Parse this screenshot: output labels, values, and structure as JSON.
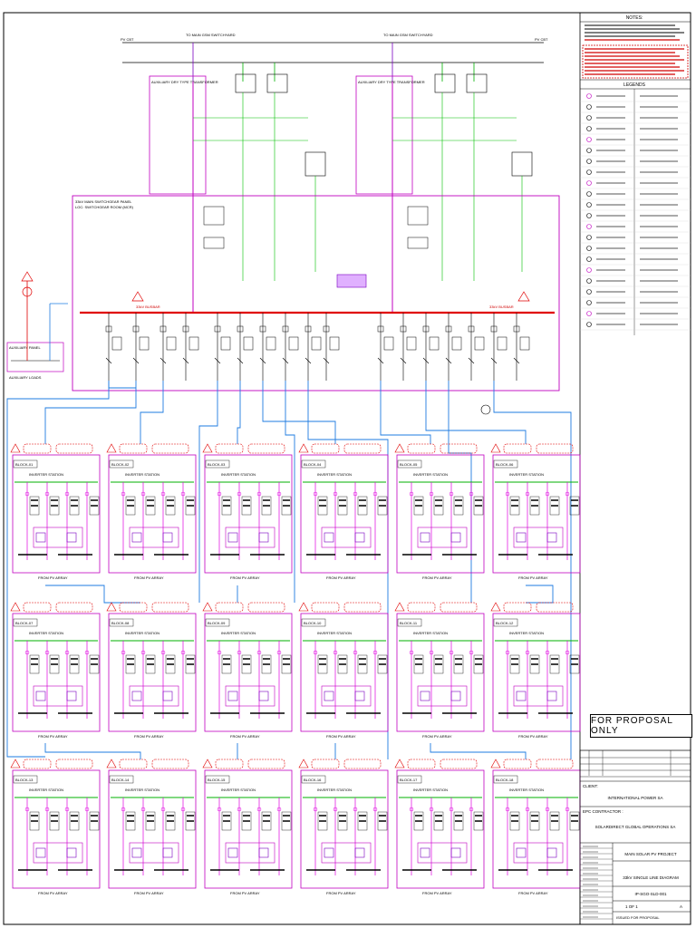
{
  "notes": {
    "title": "NOTES:"
  },
  "legend": {
    "title": "LEGENDS",
    "items": [
      "SURGE ARRESTER",
      "CURRENT TRANSFORMER",
      "VOLTAGE TRANSFORMER",
      "EARTH SWITCH",
      "CIRCUIT BREAKER",
      "DISCONNECTOR",
      "FUSE",
      "RELAY",
      "METER",
      "EARTHING"
    ]
  },
  "top_labels": {
    "feeder_left": "TO MAIN GSM SWITCHYARD",
    "feeder_right": "TO MAIN GSM SWITCHYARD",
    "incomer_left": "PV CBT",
    "incomer_right": "PV CBT"
  },
  "panels": {
    "transformer_left": "AUXILIARY DRY TYPE TRANSFORMER",
    "transformer_right": "AUXILIARY DRY TYPE TRANSFORMER",
    "main_panel": "33kV MAIN SWITCHGEAR PANEL",
    "main_panel_sub": "LOC: SWITCHGEAR ROOM (MCR)",
    "aux_panel": "AUXILIARY PANEL",
    "aux_label": "AUXILIARY LOADS"
  },
  "busbar": {
    "left_label": "33kV BUSBAR",
    "right_label": "33kV BUSBAR"
  },
  "blocks": {
    "row1": [
      "BLOCK-01",
      "BLOCK-02",
      "BLOCK-03",
      "BLOCK-04",
      "BLOCK-05",
      "BLOCK-06"
    ],
    "row2": [
      "BLOCK-07",
      "BLOCK-08",
      "BLOCK-09",
      "BLOCK-10",
      "BLOCK-11",
      "BLOCK-12"
    ],
    "row3": [
      "BLOCK-13",
      "BLOCK-14",
      "BLOCK-15",
      "BLOCK-16",
      "BLOCK-17",
      "BLOCK-18"
    ],
    "inner_title": "INVERTER STATION",
    "footer": "FROM PV ARRAY"
  },
  "stamp": {
    "text": "FOR PROPOSAL ONLY"
  },
  "title_block": {
    "client_label": "CLIENT:",
    "client": "INTERNATIONAL POWER SA",
    "epc_label": "EPC CONTRACTOR :",
    "epc": "SOLARDIRECT GLOBAL OPERATIONS SA",
    "project": "MAIN SOLAR PV PROJECT",
    "drawing_title": "33kV SINGLE LINE DIAGRAM",
    "drawing_no": "IP-SGO-SLD-001",
    "rev": "A",
    "sheet": "1 OF 1",
    "status": "ISSUED FOR PROPOSAL"
  }
}
